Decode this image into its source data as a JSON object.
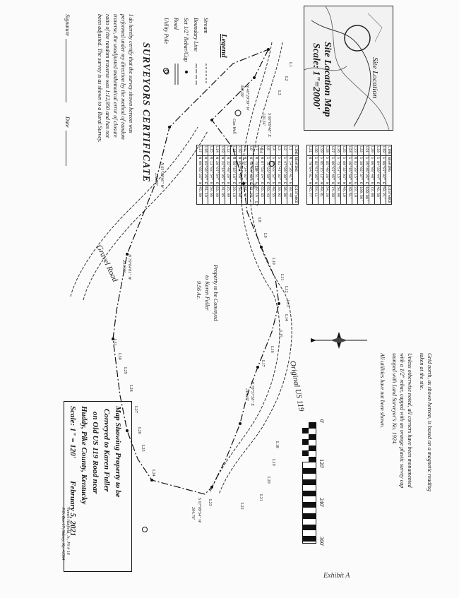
{
  "site_map": {
    "title": "Site Location Map",
    "scale": "Scale: 1\"=2000'",
    "label": "Site Location"
  },
  "legend": {
    "title": "Legend",
    "items": [
      "Stream",
      "Boundary Line",
      "Set 1/2\" Rebar/Cap",
      "Road",
      "Utility Pole"
    ]
  },
  "certificate": {
    "title": "SURVEYORS CERTIFICATE",
    "lines": [
      "I do hereby certify that the survey shown hereon was",
      "performed under my direction by the method of random",
      "traverse, the unadjusted mathematical error of closure",
      "ratio of the random traverse was 1:12,950 and has not",
      "been adjusted. The survey is as shown to a Rural Survey."
    ],
    "signature_label": "Signature",
    "date_label": "Date"
  },
  "notes": [
    "Grid north, as shown hereon, is based on a magnetic reading",
    "taken at the site.",
    "Unless otherwise noted, all corners have been monumented",
    "with a 1/2\" rebar, capped with an orange plastic survey cap",
    "stamped with Land Surveyor's No. 1924.",
    "All utilities have not been shown."
  ],
  "title_block": {
    "lines": [
      "Map Showing Property to be",
      "Conveyed to Karen Fuller",
      "on Old US 119 Road near",
      "Huddy, Pike County, Kentucky"
    ],
    "scale": "Scale: 1\" = 120'",
    "date": "February 5, 2021",
    "surveyor_lines": [
      "James Hatfield, Jr., PS # 18",
      "P.O. Box 17, Sidney, Ky. 41564"
    ]
  },
  "scale_bar": {
    "labels": [
      "0'",
      "120'",
      "240'",
      "360'"
    ]
  },
  "property": {
    "label_lines": [
      "Property to be Conveyed",
      "to Karen Fuller",
      "9.56 Ac."
    ]
  },
  "roads": {
    "original_us": "Original US 119",
    "gravel_road": "Gravel Road"
  },
  "bearings": [
    "N 40°29'39\" W",
    "302.09'",
    "S 60°09'48\" E",
    "120.34'",
    "N 61°32'46\" W",
    "252.00'",
    "N 79°04'01\" W",
    "241.09'",
    "N 78°57'58\" E",
    "216.15'",
    "S 07°09'54\" W",
    "204.76'"
  ],
  "gas_well": "Gas Well",
  "line_table_1": {
    "headers": [
      "LINE",
      "BEARING",
      "DISTANCE"
    ],
    "rows": [
      [
        "L1",
        "N 14°36'41\" E",
        "30.49'"
      ],
      [
        "L2",
        "S 47°26'30\" E",
        "36.86'"
      ],
      [
        "L3",
        "S 61°47'32\" E",
        "39.92'"
      ],
      [
        "L4",
        "S 68°02'52\" E",
        "48.55'"
      ],
      [
        "L5",
        "S 79°23'59\" E",
        "59.43'"
      ],
      [
        "L6",
        "N 87°53'24\" E",
        "65.35'"
      ],
      [
        "L7",
        "N 73°14'51\" E",
        "42.16'"
      ],
      [
        "L8",
        "N 48°04'48\" E",
        "41.08'"
      ],
      [
        "L9",
        "N 53°24'02\" E",
        "47.42'"
      ],
      [
        "L10",
        "N 65°51'28\" E",
        "50.08'"
      ],
      [
        "L11",
        "N 58°18'16\" E",
        "29.18'"
      ],
      [
        "L12",
        "N 32°49'20\" E",
        "25.99'"
      ],
      [
        "L13",
        "N 22°14'35\" E",
        "41.05'"
      ],
      [
        "L14",
        "N 20°07'04\" E",
        "63.09'"
      ],
      [
        "L15",
        "N 13°02'54\" E",
        "50.66'"
      ],
      [
        "L16",
        "N 03°26'25\" E",
        "61.19'"
      ],
      [
        "L17",
        "N 09°05'25\" W",
        "45.89'"
      ]
    ]
  },
  "line_table_2": {
    "headers": [
      "LINE",
      "BEARING",
      "DISTANCE"
    ],
    "rows": [
      [
        "L18",
        "S 89°07'02\" E",
        "59.21'"
      ],
      [
        "L19",
        "S 84°29'44\" E",
        "46.58'"
      ],
      [
        "L20",
        "S 60°09'48\" E",
        "73.06'"
      ],
      [
        "L21",
        "S 25°45'25\" E",
        "109.00'"
      ],
      [
        "L22",
        "S 39°02'37\" E",
        "109.50'"
      ],
      [
        "L23",
        "N 82°28'15\" E",
        "23.19'"
      ],
      [
        "L24",
        "S 49°15'58\" W",
        "49.51'"
      ],
      [
        "L25",
        "S 69°32'03\" W",
        "49.10'"
      ],
      [
        "L26",
        "S 73°57'15\" W",
        "50.00'"
      ],
      [
        "L27",
        "S 80°07'45\" W",
        "74.08'"
      ],
      [
        "L28",
        "S 85°40'26\" W",
        "54.26'"
      ],
      [
        "L29",
        "S 85°15'12\" W",
        "49.81'"
      ],
      [
        "L30",
        "S 82°57'05\" W",
        "54.11'"
      ],
      [
        "L31",
        "N 79°04'01\" W",
        "45.77'"
      ]
    ]
  },
  "line_labels": [
    "L1",
    "L2",
    "L3",
    "L4",
    "L5",
    "L6",
    "L7",
    "L8",
    "L9",
    "L10",
    "L11",
    "L12",
    "L13",
    "L14",
    "L15",
    "L16",
    "L17",
    "L18",
    "L19",
    "L20",
    "L21",
    "L22",
    "L23",
    "L24",
    "L25",
    "L26",
    "L27",
    "L28",
    "L29",
    "L30",
    "L31"
  ],
  "exhibit": "Exhibit A"
}
